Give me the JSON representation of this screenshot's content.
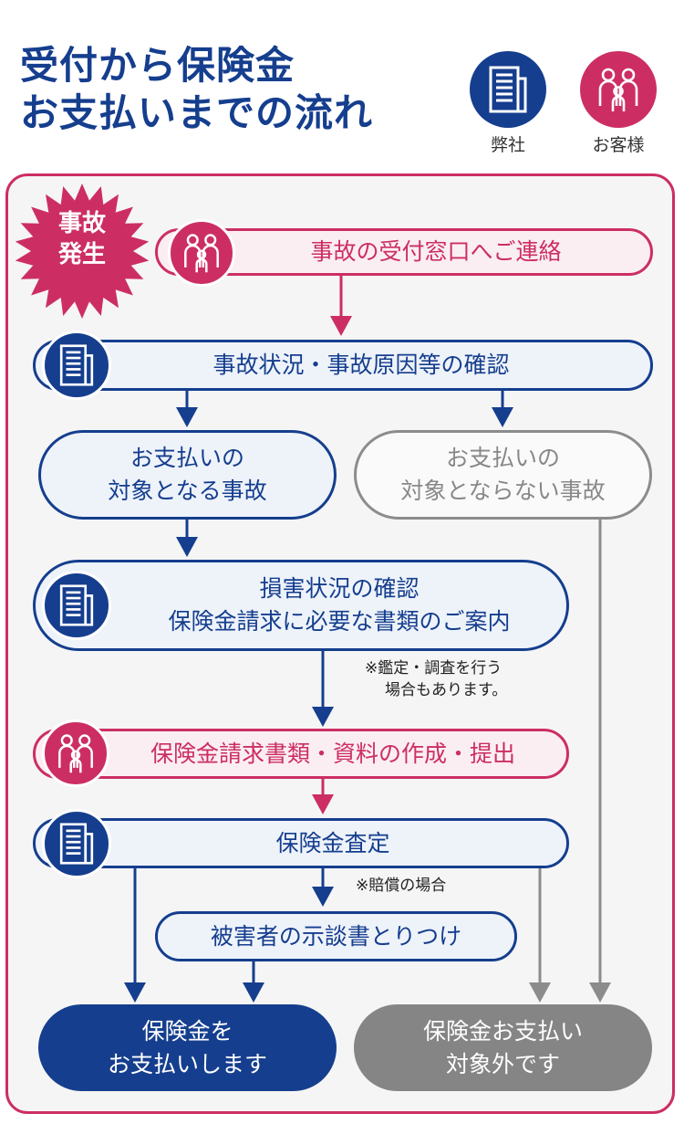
{
  "title": {
    "line1": "受付から保険金",
    "line2": "お支払いまでの流れ"
  },
  "legend": [
    {
      "label": "弊社",
      "icon": "building-icon",
      "color": "#153e8e"
    },
    {
      "label": "お客様",
      "icon": "family-icon",
      "color": "#cc2e63"
    }
  ],
  "colors": {
    "company": "#153e8e",
    "customer": "#cc2e63",
    "gray": "#8c8c8c",
    "panel_border": "#cc2e63"
  },
  "flow": {
    "start_burst": {
      "line1": "事故",
      "line2": "発生"
    },
    "contact": "事故の受付窓口へご連絡",
    "confirm_cause": "事故状況・事故原因等の確認",
    "covered": {
      "line1": "お支払いの",
      "line2": "対象となる事故"
    },
    "not_covered": {
      "line1": "お支払いの",
      "line2": "対象とならない事故"
    },
    "damage_check": {
      "line1": "損害状況の確認",
      "line2": "保険金請求に必要な書類のご案内"
    },
    "note_appraisal": {
      "line1": "※鑑定・調査を行う",
      "line2": "場合もあります。"
    },
    "submit_docs": "保険金請求書類・資料の作成・提出",
    "assessment": "保険金査定",
    "note_liability": "※賠償の場合",
    "settlement": "被害者の示談書とりつけ",
    "pay": {
      "line1": "保険金を",
      "line2": "お支払いします"
    },
    "no_pay": {
      "line1": "保険金お支払い",
      "line2": "対象外です"
    }
  }
}
